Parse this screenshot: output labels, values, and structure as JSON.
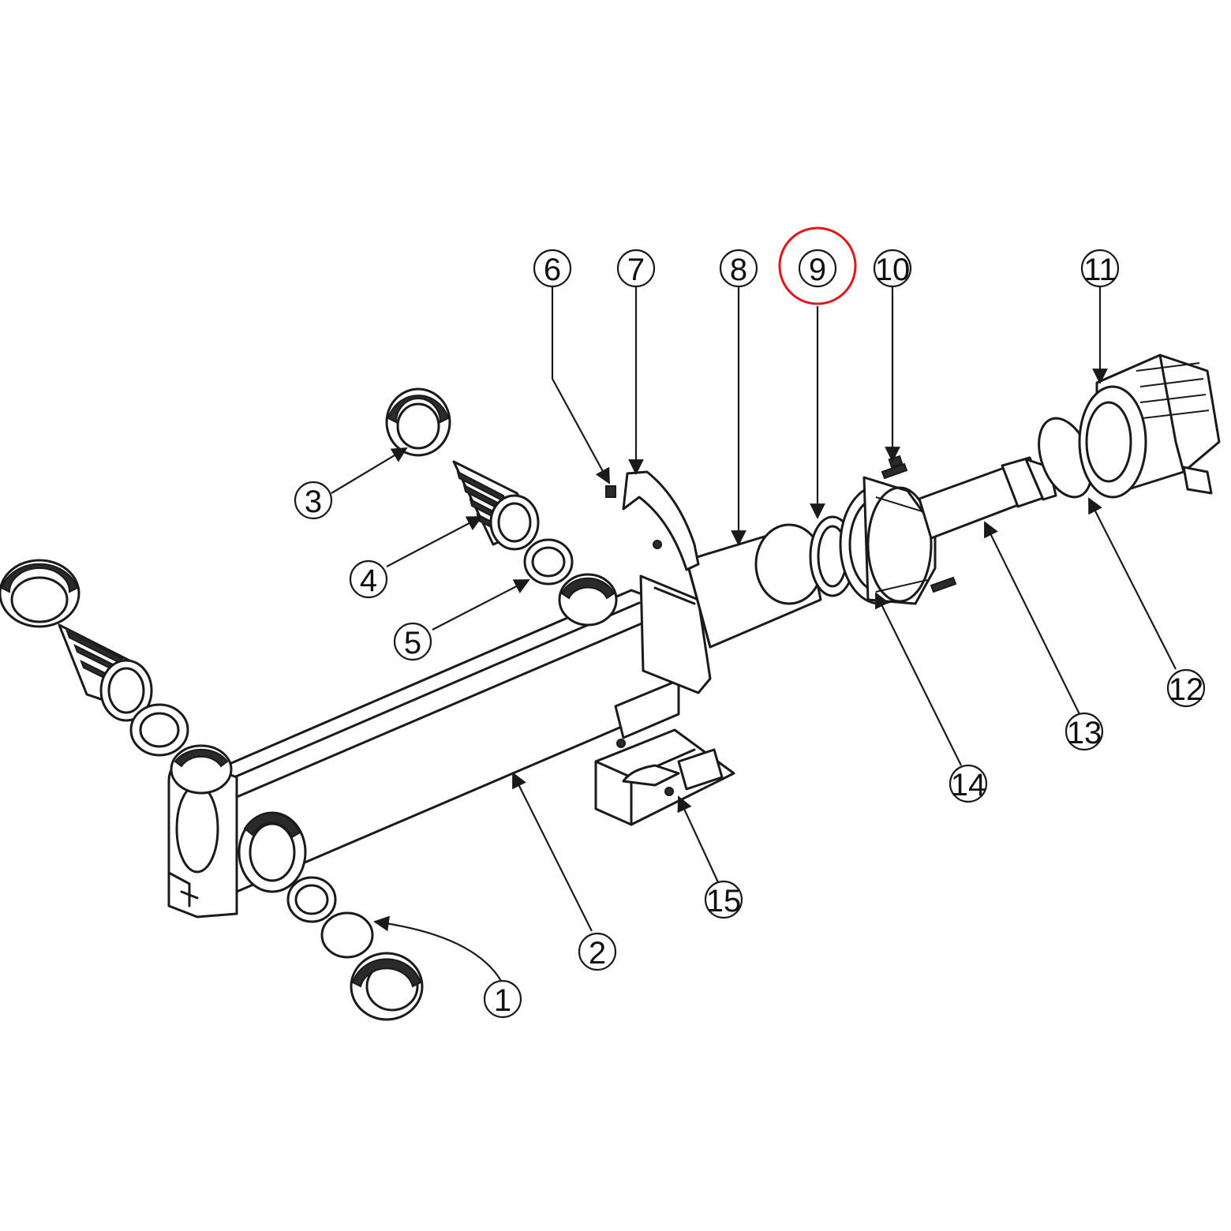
{
  "callouts": [
    {
      "id": "1",
      "label": "1"
    },
    {
      "id": "2",
      "label": "2"
    },
    {
      "id": "3",
      "label": "3"
    },
    {
      "id": "4",
      "label": "4"
    },
    {
      "id": "5",
      "label": "5"
    },
    {
      "id": "6",
      "label": "6"
    },
    {
      "id": "7",
      "label": "7"
    },
    {
      "id": "8",
      "label": "8"
    },
    {
      "id": "9",
      "label": "9"
    },
    {
      "id": "10",
      "label": "10"
    },
    {
      "id": "11",
      "label": "11"
    },
    {
      "id": "12",
      "label": "12"
    },
    {
      "id": "13",
      "label": "13"
    },
    {
      "id": "14",
      "label": "14"
    },
    {
      "id": "15",
      "label": "15"
    }
  ],
  "highlighted_callout": "9",
  "colors": {
    "line": "#1a1a1a",
    "highlight": "#e0161b",
    "background": "#ffffff"
  }
}
